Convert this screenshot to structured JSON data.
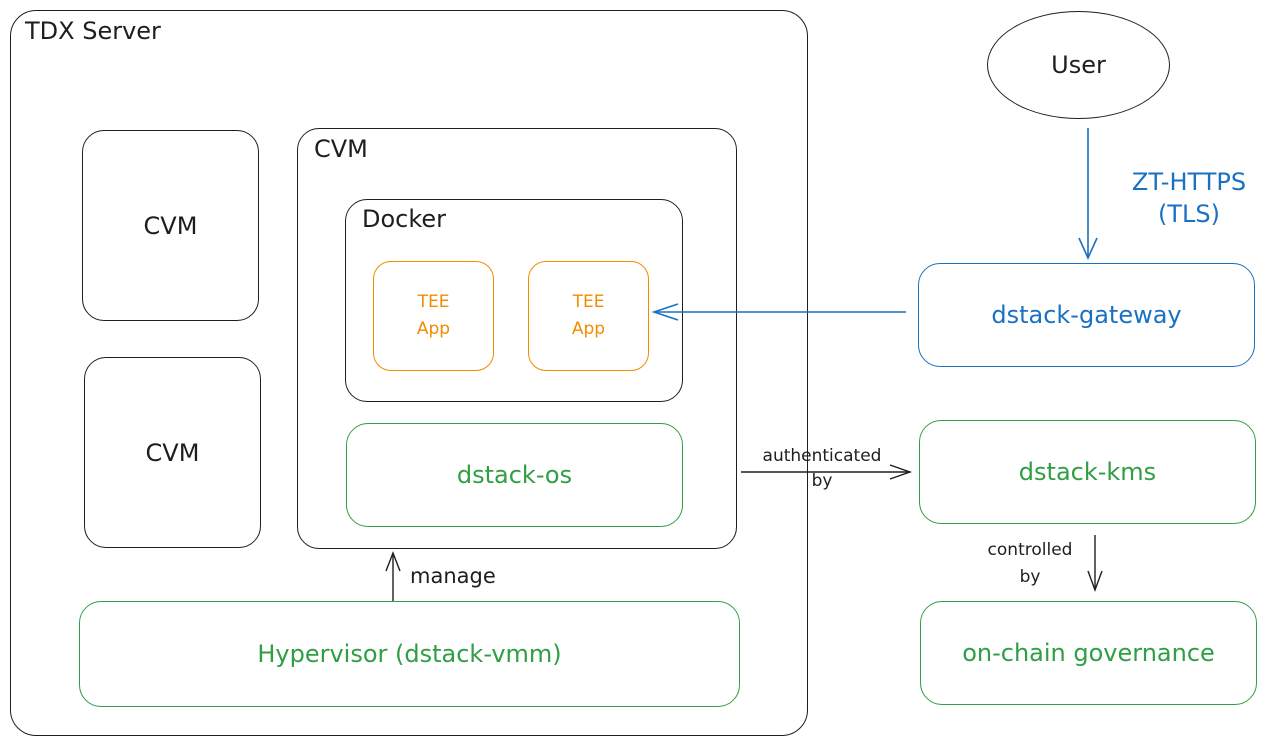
{
  "tdx_server": {
    "label": "TDX Server"
  },
  "cvm_left_top": {
    "label": "CVM"
  },
  "cvm_left_bottom": {
    "label": "CVM"
  },
  "cvm_main": {
    "label": "CVM"
  },
  "docker": {
    "label": "Docker"
  },
  "tee_apps": [
    {
      "line1": "TEE",
      "line2": "App"
    },
    {
      "line1": "TEE",
      "line2": "App"
    }
  ],
  "dstack_os": {
    "label": "dstack-os"
  },
  "hypervisor": {
    "label": "Hypervisor (dstack-vmm)"
  },
  "manage_edge": {
    "label": "manage"
  },
  "user": {
    "label": "User"
  },
  "zt_https_edge": {
    "line1": "ZT-HTTPS",
    "line2": "(TLS)"
  },
  "dstack_gateway": {
    "label": "dstack-gateway"
  },
  "authenticated_edge": {
    "line1": "authenticated",
    "line2": "by"
  },
  "dstack_kms": {
    "label": "dstack-kms"
  },
  "controlled_edge": {
    "line1": "controlled",
    "line2": "by"
  },
  "governance": {
    "label": "on-chain governance"
  },
  "colors": {
    "stroke": "#1e1e1e",
    "green": "#2f9e44",
    "blue": "#1971c2",
    "orange": "#f08c00"
  }
}
